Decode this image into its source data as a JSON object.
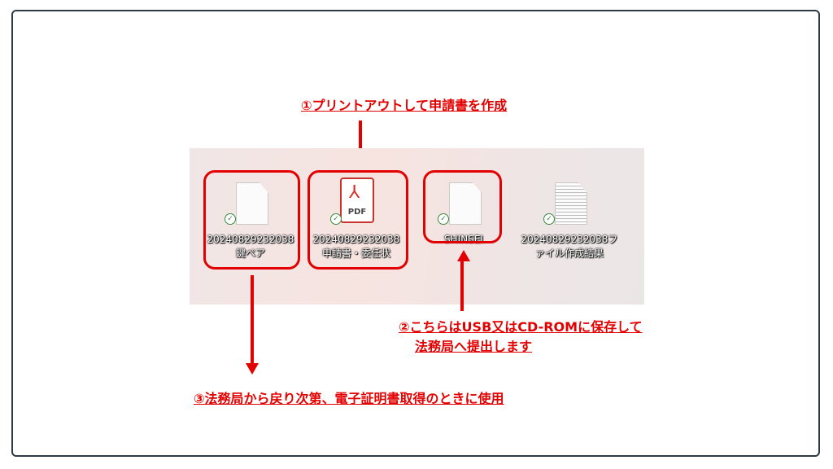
{
  "files": [
    {
      "name_line1": "20240829232038",
      "name_line2": "鍵ペア",
      "icon": "blank-file-icon",
      "status": "synced-check-icon"
    },
    {
      "name_line1": "20240829232038",
      "name_line2": "申請書・委任状",
      "icon": "pdf-file-icon",
      "icon_text": "PDF",
      "status": "synced-check-icon"
    },
    {
      "name_line1": "SHINSEI",
      "name_line2": "",
      "icon": "blank-file-icon",
      "status": "synced-check-icon"
    },
    {
      "name_line1": "20240829232038フ",
      "name_line2": "ァイル作成結果",
      "icon": "text-file-icon",
      "status": "synced-check-icon"
    }
  ],
  "annotations": {
    "note1": "①プリントアウトして申請書を作成",
    "note2_line1": "②こちらはUSB又はCD-ROMに保存して",
    "note2_line2": "法務局へ提出します",
    "note3": "③法務局から戻り次第、電子証明書取得のときに使用"
  },
  "colors": {
    "accent": "#e30000",
    "frame": "#2d3a45"
  }
}
